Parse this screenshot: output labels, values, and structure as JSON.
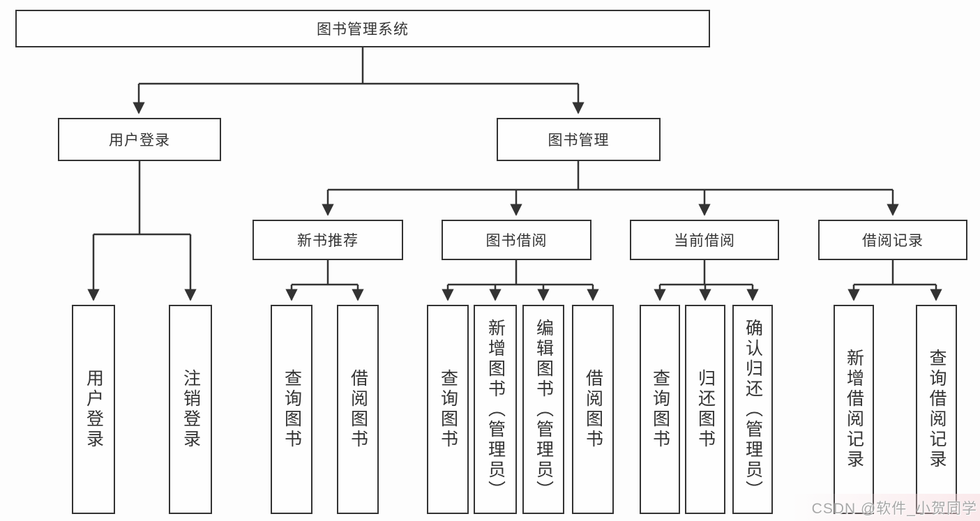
{
  "diagram": {
    "title": "图书管理系统",
    "root": {
      "label": "图书管理系统"
    },
    "level2": {
      "user_login": {
        "label": "用户登录"
      },
      "book_mgmt": {
        "label": "图书管理"
      }
    },
    "level3": {
      "new_book": {
        "label": "新书推荐"
      },
      "book_borrow": {
        "label": "图书借阅"
      },
      "current_borrow": {
        "label": "当前借阅"
      },
      "borrow_records": {
        "label": "借阅记录"
      }
    },
    "leaves": {
      "user_login": {
        "label": "用户登录",
        "parent": "用户登录"
      },
      "logout": {
        "label": "注销登录",
        "parent": "用户登录"
      },
      "nb_query": {
        "label": "查询图书",
        "parent": "新书推荐"
      },
      "nb_borrow": {
        "label": "借阅图书",
        "parent": "新书推荐"
      },
      "bb_query": {
        "label": "查询图书",
        "parent": "图书借阅"
      },
      "bb_add": {
        "label": "新增图书（管理员）",
        "parent": "图书借阅"
      },
      "bb_edit": {
        "label": "编辑图书（管理员）",
        "parent": "图书借阅"
      },
      "bb_borrow": {
        "label": "借阅图书",
        "parent": "图书借阅"
      },
      "cb_query": {
        "label": "查询图书",
        "parent": "当前借阅"
      },
      "cb_return": {
        "label": "归还图书",
        "parent": "当前借阅"
      },
      "cb_confirm": {
        "label": "确认归还（管理员）",
        "parent": "当前借阅"
      },
      "rec_add": {
        "label": "新增借阅记录",
        "parent": "借阅记录"
      },
      "rec_query": {
        "label": "查询借阅记录",
        "parent": "借阅记录"
      }
    }
  },
  "watermark": {
    "text": "CSDN @软件_小贺同学"
  },
  "colors": {
    "line": "#333333",
    "box_border": "#333333",
    "box_fill": "#fefefe",
    "text": "#333333",
    "watermark_text": "#a8a8a8",
    "background": "#fdfdfd"
  }
}
